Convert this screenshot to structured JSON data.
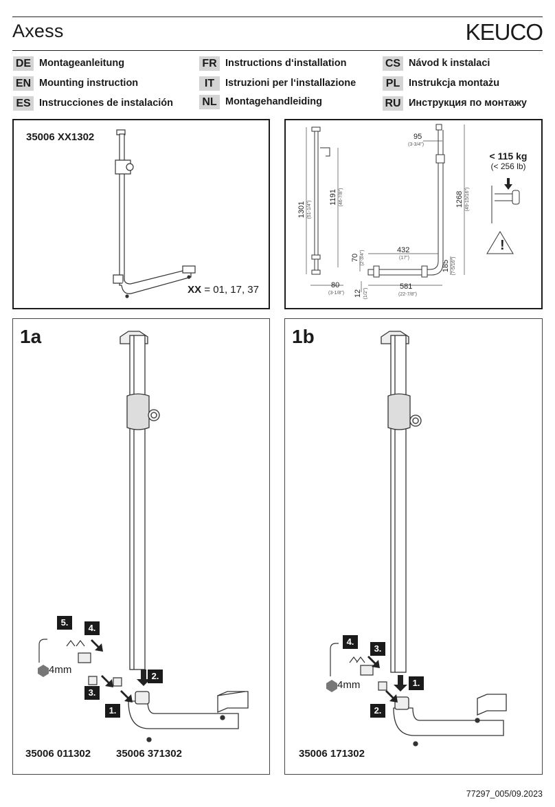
{
  "header": {
    "title": "Axess",
    "brand": "KEUCO"
  },
  "languages": [
    {
      "code": "DE",
      "text": "Montageanleitung"
    },
    {
      "code": "EN",
      "text": "Mounting instruction"
    },
    {
      "code": "ES",
      "text": "Instrucciones de instalación"
    },
    {
      "code": "FR",
      "text": "Instructions d‘installation"
    },
    {
      "code": "IT",
      "text": "Istruzioni per l‘installazione"
    },
    {
      "code": "NL",
      "text": "Montagehandleiding"
    },
    {
      "code": "CS",
      "text": "Návod k instalaci"
    },
    {
      "code": "PL",
      "text": "Instrukcja montażu"
    },
    {
      "code": "RU",
      "text": "Инструкция по монтажу"
    }
  ],
  "product": {
    "number": "35006 XX1302",
    "xx_label": "XX",
    "xx_values": " = 01, 17, 37"
  },
  "dimensions": {
    "d1301": "1301",
    "d1301_in": "(51-1/4\")",
    "d1191": "1191",
    "d1191_in": "(46-7/8\")",
    "d95": "95",
    "d95_in": "(3-3/4\")",
    "d1268": "1268",
    "d1268_in": "(49-15/16\")",
    "d432": "432",
    "d432_in": "(17\")",
    "d70": "70",
    "d70_in": "(2-3/4\")",
    "d185": "185",
    "d185_in": "(7-5/16\")",
    "d80": "80",
    "d80_in": "(3-1/8\")",
    "d12": "12",
    "d12_in": "(1/2\")",
    "d581": "581",
    "d581_in": "(22-7/8\")"
  },
  "load": {
    "max": "< 115 kg",
    "max_lb": "(< 256 lb)"
  },
  "panel_1a": {
    "label": "1a",
    "steps": [
      "5.",
      "4.",
      "3.",
      "2.",
      "1."
    ],
    "tool": "4mm",
    "part_left": "35006 011302",
    "part_right": "35006 371302"
  },
  "panel_1b": {
    "label": "1b",
    "steps": [
      "4.",
      "3.",
      "1.",
      "2."
    ],
    "tool": "4mm",
    "part": "35006 171302"
  },
  "footer": {
    "doc_number": "77297_005/09.2023"
  }
}
